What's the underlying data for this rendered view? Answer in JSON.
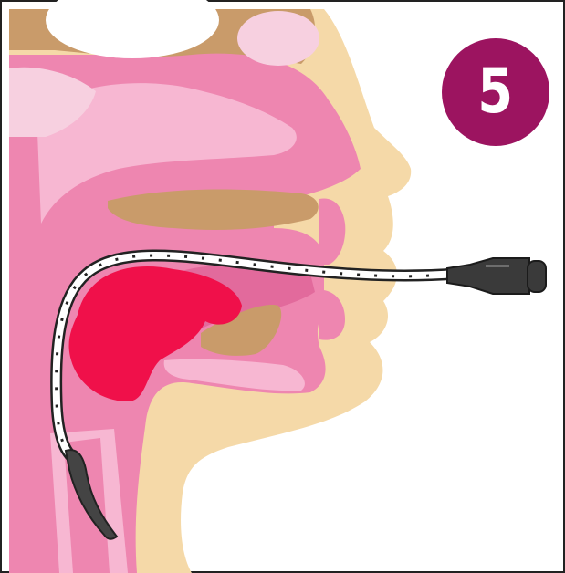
{
  "step": {
    "number": "5"
  },
  "colors": {
    "badge": "#9c1460",
    "skin": "#f5d9a8",
    "bone": "#c99b6a",
    "tissue": "#ee86b0",
    "tissue_light": "#f7b7d2",
    "cavity": "#e26a9c",
    "tongue": "#f0104a",
    "tube": "#ffffff",
    "tube_tip": "#444444",
    "connector": "#3a3a3a"
  },
  "icons": {
    "step_badge": "numbered-circle-badge",
    "tube": "feeding-tube-illustration"
  }
}
